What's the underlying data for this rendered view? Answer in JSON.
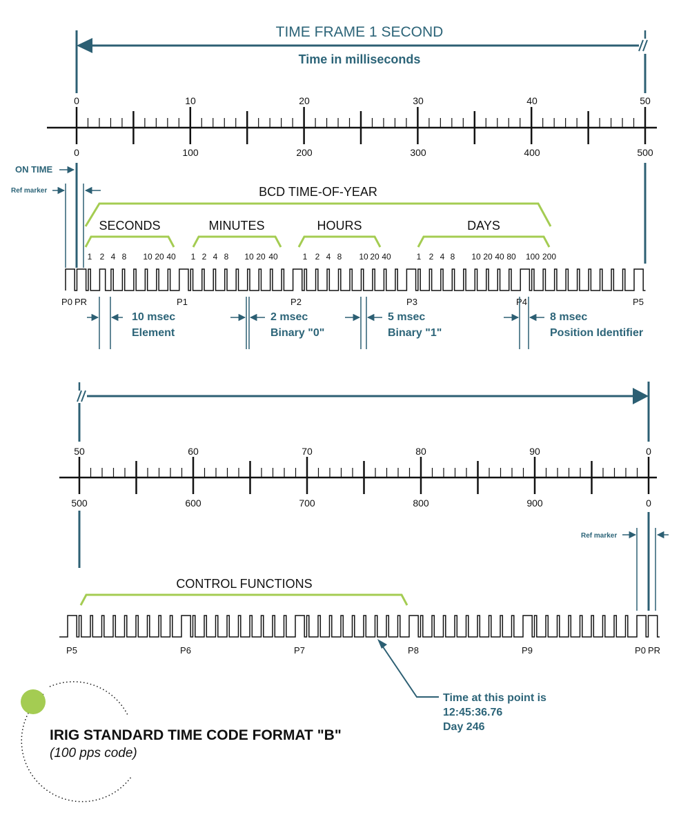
{
  "title": "TIME FRAME 1 SECOND",
  "subtitle": "Time in milliseconds",
  "scale_top": {
    "upper_labels": [
      "0",
      "10",
      "20",
      "30",
      "40",
      "50"
    ],
    "lower_labels": [
      "0",
      "100",
      "200",
      "300",
      "400",
      "500"
    ]
  },
  "scale_bottom": {
    "upper_labels": [
      "50",
      "60",
      "70",
      "80",
      "90",
      "0"
    ],
    "lower_labels": [
      "500",
      "600",
      "700",
      "800",
      "900",
      "0"
    ]
  },
  "on_time": "ON TIME",
  "ref_marker_top": "Ref marker",
  "ref_marker_bottom": "Ref marker",
  "bcd_title": "BCD TIME-OF-YEAR",
  "groups": {
    "seconds": {
      "label": "SECONDS",
      "weights": [
        "1",
        "2",
        "4",
        "8",
        "10",
        "20",
        "40"
      ]
    },
    "minutes": {
      "label": "MINUTES",
      "weights": [
        "1",
        "2",
        "4",
        "8",
        "10",
        "20",
        "40"
      ]
    },
    "hours": {
      "label": "HOURS",
      "weights": [
        "1",
        "2",
        "4",
        "8",
        "10",
        "20",
        "40"
      ]
    },
    "days": {
      "label": "DAYS",
      "weights": [
        "1",
        "2",
        "4",
        "8",
        "10",
        "20",
        "40",
        "80",
        "100",
        "200"
      ]
    }
  },
  "top_p_labels": {
    "p0": "P0",
    "pr": "PR",
    "p1": "P1",
    "p2": "P2",
    "p3": "P3",
    "p4": "P4",
    "p5": "P5"
  },
  "notes": {
    "element_line1": "10 msec",
    "element_line2": "Element",
    "zero_line1": "2 msec",
    "zero_line2": "Binary \"0\"",
    "one_line1": "5 msec",
    "one_line2": "Binary \"1\"",
    "pos_line1": "8 msec",
    "pos_line2": "Position Identifier"
  },
  "control_title": "CONTROL FUNCTIONS",
  "bottom_p_labels": {
    "p5": "P5",
    "p6": "P6",
    "p7": "P7",
    "p8": "P8",
    "p9": "P9",
    "p0": "P0",
    "pr": "PR"
  },
  "callout": {
    "line1": "Time at this point is",
    "line2": "12:45:36.76",
    "line3": "Day 246"
  },
  "irig_title": "IRIG STANDARD TIME CODE FORMAT \"B\"",
  "irig_subtitle": "(100 pps code)",
  "colors": {
    "teal": "#2c5f73",
    "green": "#a4cc52",
    "black": "#111111"
  },
  "waveform_top": {
    "widths_ms": [
      8,
      8,
      2,
      5,
      2,
      2,
      2,
      2,
      2,
      2,
      8,
      2,
      2,
      2,
      2,
      2,
      2,
      2,
      2,
      2,
      8,
      2,
      2,
      2,
      2,
      2,
      2,
      2,
      2,
      2,
      8,
      2,
      2,
      2,
      2,
      2,
      2,
      2,
      2,
      2,
      8,
      2,
      2,
      2,
      2,
      2,
      2,
      2,
      2,
      2,
      8
    ]
  },
  "waveform_bottom": {
    "widths_ms": [
      8,
      2,
      2,
      2,
      2,
      2,
      2,
      2,
      2,
      2,
      8,
      2,
      2,
      2,
      2,
      2,
      2,
      2,
      2,
      2,
      8,
      2,
      2,
      2,
      2,
      2,
      2,
      2,
      2,
      2,
      8,
      2,
      2,
      2,
      2,
      2,
      2,
      2,
      2,
      2,
      8,
      2,
      2,
      2,
      2,
      2,
      2,
      2,
      2,
      2,
      8,
      8
    ]
  }
}
